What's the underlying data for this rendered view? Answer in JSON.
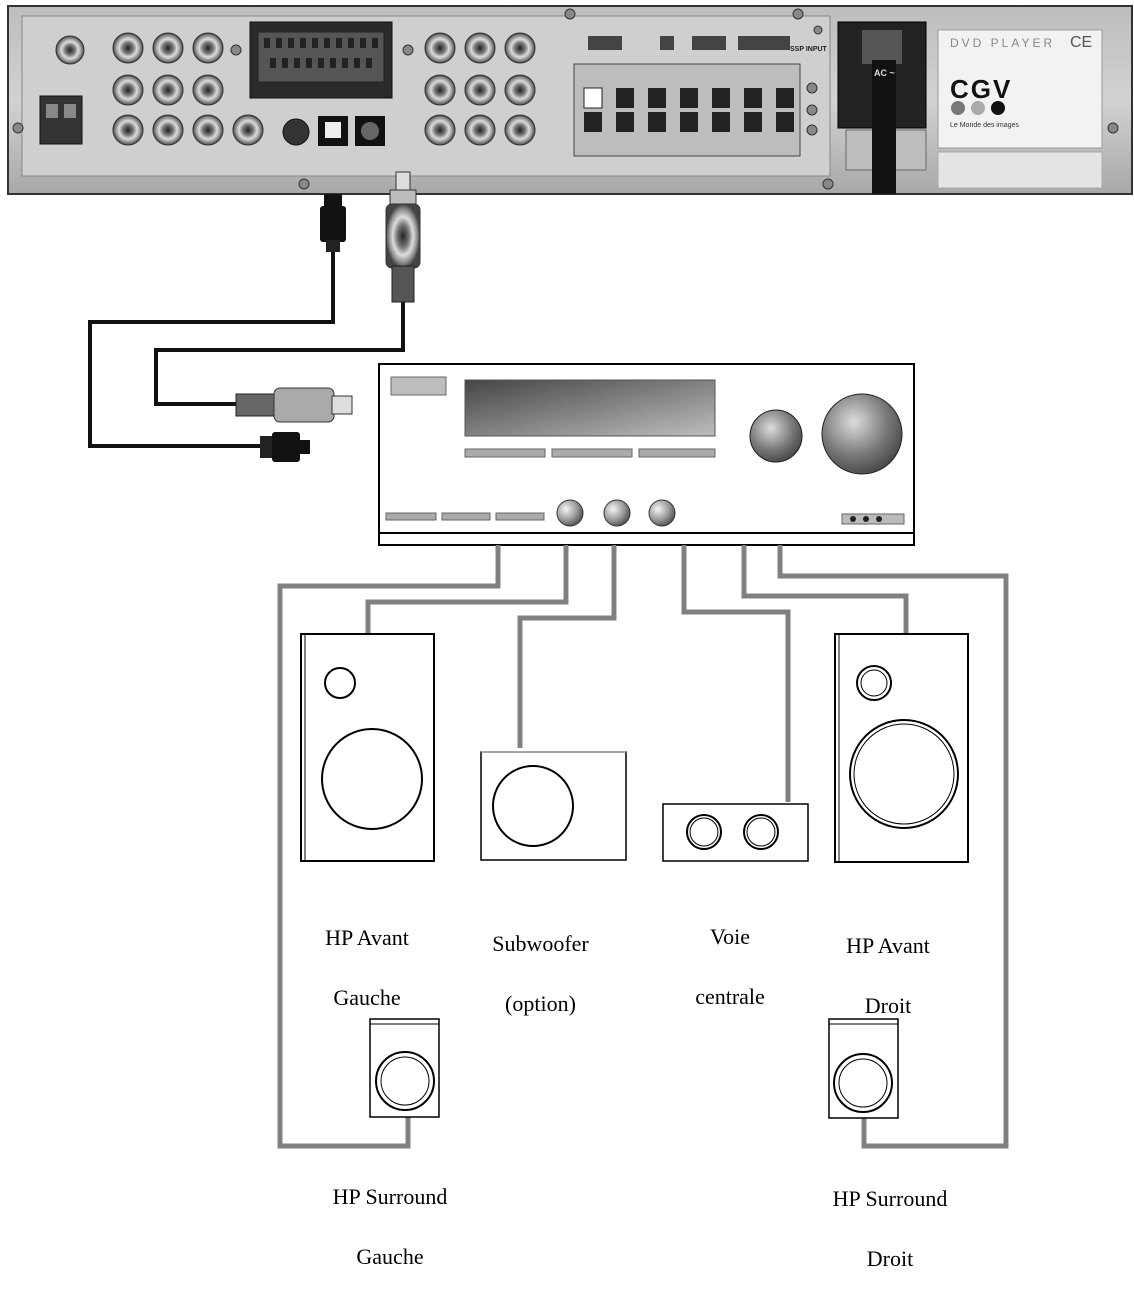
{
  "dvd_player": {
    "brand": "CGV",
    "model_text": "DVD PLAYER",
    "ce_mark": "CE",
    "brand_tagline": "Le Monde des images",
    "ssp_input_label": "SSP INPUT",
    "power_label": "AC ~"
  },
  "speakers": {
    "front_left": {
      "line1": "HP Avant",
      "line2": "Gauche"
    },
    "subwoofer": {
      "line1": "Subwoofer",
      "line2": "(option)"
    },
    "center": {
      "line1": "Voie",
      "line2": "centrale"
    },
    "front_right": {
      "line1": "HP Avant",
      "line2": "Droit"
    },
    "surround_left": {
      "line1": "HP Surround",
      "line2": "Gauche"
    },
    "surround_right": {
      "line1": "HP Surround",
      "line2": "Droit"
    }
  },
  "colors": {
    "black_cable": "#111111",
    "speaker_wire": "#808080",
    "panel": "#c8c8c8"
  }
}
